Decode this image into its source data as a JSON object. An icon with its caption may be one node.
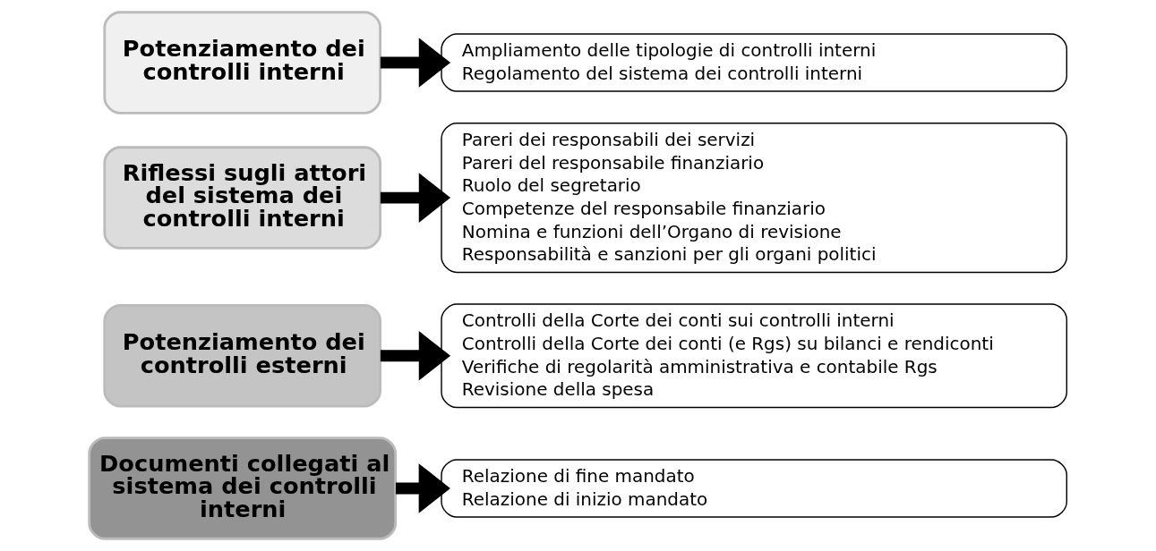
{
  "diagram": {
    "nodes": [
      {
        "text": [
          "Potenziamento dei controlli interni"
        ]
      },
      {
        "text": [
          "Ampliamento delle tipologie di controlli interni",
          "Regolamento del sistema dei controlli interni"
        ]
      },
      {
        "text": [
          "Riflessi sugli attori del sistema dei controlli interni"
        ]
      },
      {
        "text": [
          "Pareri dei responsabili dei servizi",
          "Pareri del responsabile finanziario",
          "Ruolo del segretario",
          "Competenze del responsabile finanziario",
          "Nomina e funzioni dell’Organo di revisione",
          "Responsabilità e sanzioni per gli organi politici"
        ]
      },
      {
        "text": [
          "Potenziamento dei controlli esterni"
        ]
      },
      {
        "text": [
          "Controlli della Corte dei conti sui controlli interni",
          "Controlli della Corte dei conti (e Rgs) su bilanci e rendiconti",
          "Verifiche di regolarità amministrativa e contabile Rgs",
          "Revisione della spesa"
        ]
      },
      {
        "text": [
          "Documenti collegati al sistema dei controlli interni"
        ]
      },
      {
        "text": [
          "Relazione di fine mandato",
          "Relazione di inizio mandato"
        ]
      }
    ],
    "edges": [
      {
        "from": 0,
        "to": 1,
        "arrow": "to"
      },
      {
        "from": 2,
        "to": 3,
        "arrow": "to"
      },
      {
        "from": 4,
        "to": 5,
        "arrow": "to"
      },
      {
        "from": 6,
        "to": 7,
        "arrow": "to"
      }
    ]
  }
}
